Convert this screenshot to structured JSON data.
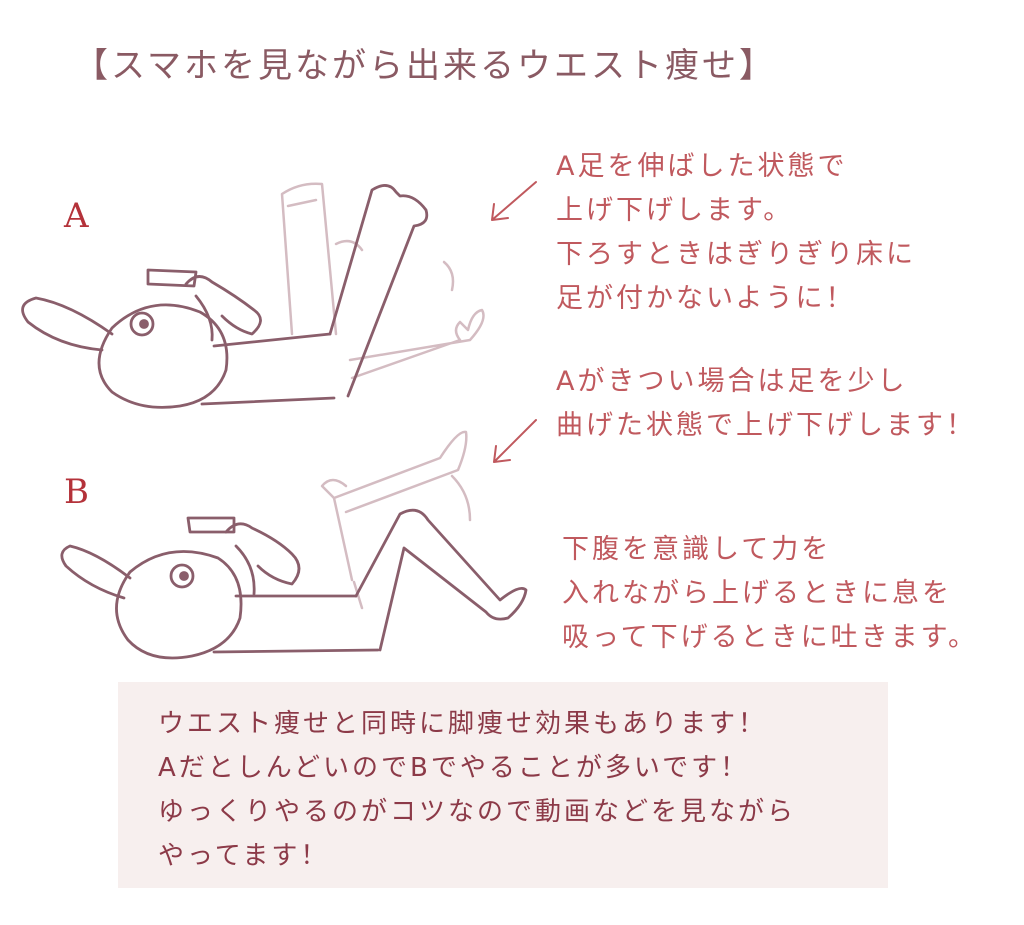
{
  "title": "【スマホを見ながら出来るウエスト痩せ】",
  "labels": {
    "a": "A",
    "b": "B"
  },
  "captions": {
    "a1": [
      "A足を伸ばした状態で",
      "上げ下げします。",
      "下ろすときはぎりぎり床に",
      "足が付かないように！"
    ],
    "a2": [
      "Aがきつい場合は足を少し",
      "曲げた状態で上げ下げします！"
    ],
    "b": [
      "下腹を意識して力を",
      "入れながら上げるときに息を",
      "吸って下げるときに吐きます。"
    ]
  },
  "note": [
    "ウエスト痩せと同時に脚痩せ効果もあります！",
    "AだとしんどいのでBでやることが多いです！",
    "ゆっくりやるのがコツなので動画などを見ながら",
    "やってます！"
  ],
  "colors": {
    "title": "#8a5a63",
    "label": "#b4323a",
    "caption": "#c0595e",
    "note_text": "#8c3a48",
    "note_bg": "#f7efee",
    "line_main": "#8a5e6b",
    "line_ghost": "#d4bcc2"
  }
}
